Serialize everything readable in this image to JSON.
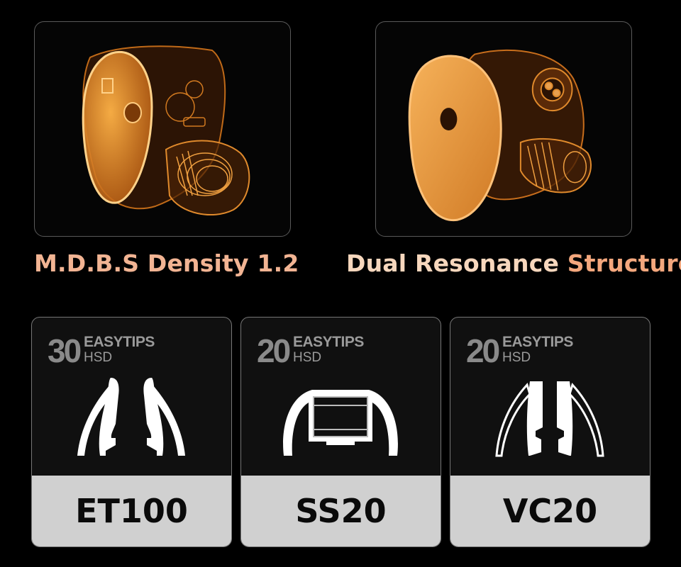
{
  "features": [
    {
      "caption_a": "M.D.B.S Density 1.2",
      "caption_b": "",
      "color_a": "#f2b493",
      "color_b": "#f2b493"
    },
    {
      "caption_a": "Dual Resonance ",
      "caption_b": "Structure",
      "color_a": "#f7d7bd",
      "color_b": "#f4a77d"
    }
  ],
  "tips": [
    {
      "size": "30",
      "brand": "EASYTIPS",
      "sub": "HSD",
      "model": "ET100"
    },
    {
      "size": "20",
      "brand": "EASYTIPS",
      "sub": "HSD",
      "model": "SS20"
    },
    {
      "size": "20",
      "brand": "EASYTIPS",
      "sub": "HSD",
      "model": "VC20"
    }
  ],
  "colors": {
    "accent_orange": "#f5a03c",
    "background": "#000000",
    "card_label_bg": "#d0d0d0"
  }
}
